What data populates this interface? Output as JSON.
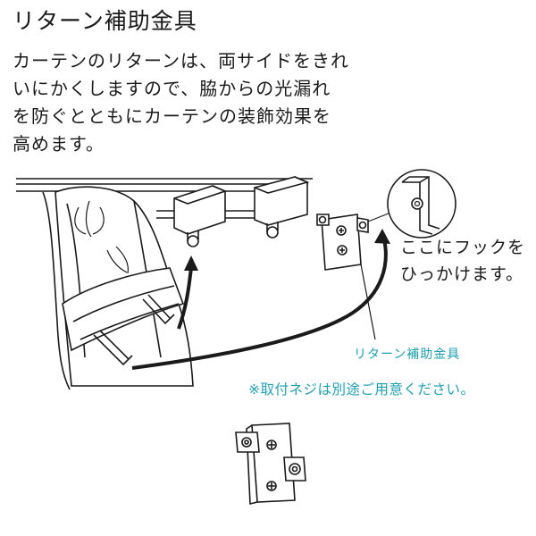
{
  "header": {
    "title": "リターン補助金具"
  },
  "description": {
    "lines": [
      "カーテンのリターンは、両サイドをきれ",
      "いにかくしますので、脇からの光漏れ",
      "を防ぐとともにカーテンの装飾効果を",
      "高めます。"
    ]
  },
  "callouts": {
    "hook_note_lines": [
      "ここにフックを",
      "ひっかけます。"
    ],
    "part_label": "リターン補助金具",
    "screw_note": "※取付ネジは別途ご用意ください。"
  },
  "colors": {
    "line": "#1a1a1a",
    "accent": "#1d9fae"
  }
}
